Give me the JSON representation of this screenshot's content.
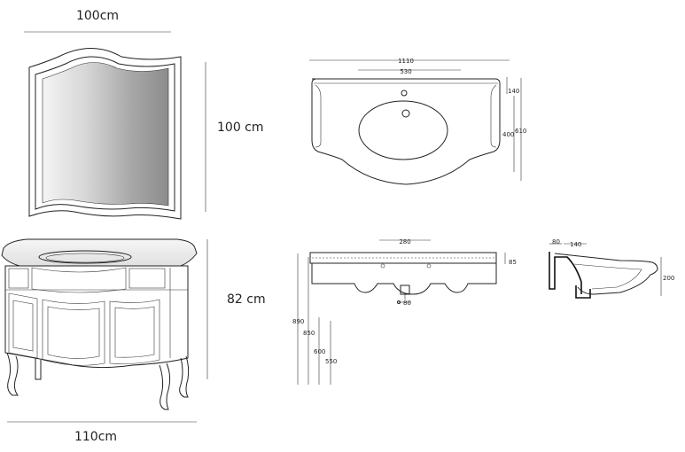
{
  "labels": {
    "mirror_width": "100cm",
    "mirror_height": "100 cm",
    "cabinet_height": "82 cm",
    "cabinet_width": "110cm"
  },
  "plan": {
    "overall_width": "1110",
    "tap_span": "530",
    "depth_back": "140",
    "bowl_depth": "400",
    "total_depth": "610"
  },
  "front": {
    "center_span": "280",
    "top_thickness": "85",
    "drain": "80",
    "h890": "890",
    "h850": "850",
    "h600": "600",
    "h550": "550"
  },
  "side": {
    "wall_offset": "80",
    "bowl_offset": "140",
    "height": "200"
  }
}
